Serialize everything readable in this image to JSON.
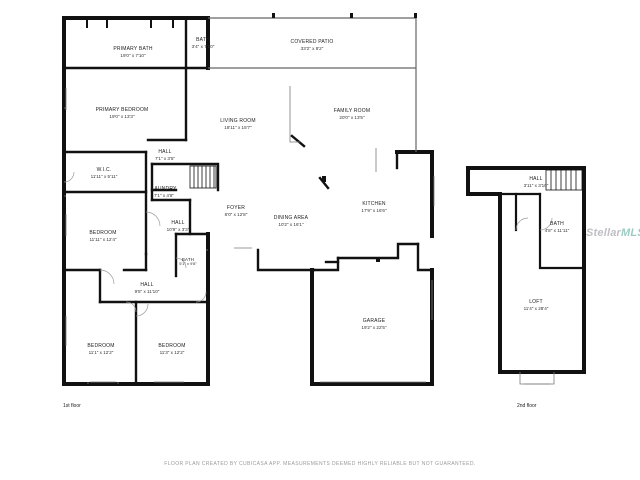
{
  "rooms": {
    "primary_bath": {
      "name": "PRIMARY BATH",
      "dim": "19'0\" x 7'10\""
    },
    "bath_top": {
      "name": "BATH",
      "dim": "3'4\" x 7'10\""
    },
    "covered_patio": {
      "name": "COVERED PATIO",
      "dim": "33'2\" x 8'2\""
    },
    "primary_bedroom": {
      "name": "PRIMARY BEDROOM",
      "dim": "19'0\" x 13'3\""
    },
    "living_room": {
      "name": "LIVING ROOM",
      "dim": "18'11\" x 15'7\""
    },
    "family_room": {
      "name": "FAMILY ROOM",
      "dim": "20'0\" x 13'5\""
    },
    "hall_1": {
      "name": "HALL",
      "dim": "7'1\" x 3'5\""
    },
    "wic": {
      "name": "W.I.C.",
      "dim": "11'11\" x 5'11\""
    },
    "laundry": {
      "name": "LAUNDRY",
      "dim": "7'1\" x 4'8\""
    },
    "foyer": {
      "name": "FOYER",
      "dim": "8'0\" x 12'8\""
    },
    "kitchen": {
      "name": "KITCHEN",
      "dim": "17'9\" x 16'6\""
    },
    "dining_area": {
      "name": "DINING AREA",
      "dim": "10'2\" x 16'1\""
    },
    "hall_2": {
      "name": "HALL",
      "dim": "10'9\" x 3'3\""
    },
    "bedroom_left": {
      "name": "BEDROOM",
      "dim": "11'11\" x 12'4\""
    },
    "bath_small": {
      "name": "BATH",
      "dim": "5'1\" x 9'8\""
    },
    "hall_3": {
      "name": "HALL",
      "dim": "9'5\" x 11'10\""
    },
    "garage": {
      "name": "GARAGE",
      "dim": "19'2\" x 22'5\""
    },
    "bedroom_bl": {
      "name": "BEDROOM",
      "dim": "11'1\" x 12'2\""
    },
    "bedroom_br": {
      "name": "BEDROOM",
      "dim": "11'3\" x 12'2\""
    },
    "hall_loft": {
      "name": "HALL",
      "dim": "3'11\" x 3'10\""
    },
    "bath_loft": {
      "name": "BATH",
      "dim": "4'8\" x 11'11\""
    },
    "loft": {
      "name": "LOFT",
      "dim": "11'4\" x 28'4\""
    }
  },
  "floors": {
    "first": "1st floor",
    "second": "2nd floor"
  },
  "footer_text": "FLOOR PLAN CREATED BY CUBICASA APP. MEASUREMENTS DEEMED HIGHLY RELIABLE BUT NOT GUARANTEED.",
  "watermark": {
    "part1": "Stellar",
    "part2": "MLS"
  },
  "colors": {
    "wall": "#111111",
    "door_swing": "#9a9a9a",
    "window": "#7a7a7a"
  }
}
